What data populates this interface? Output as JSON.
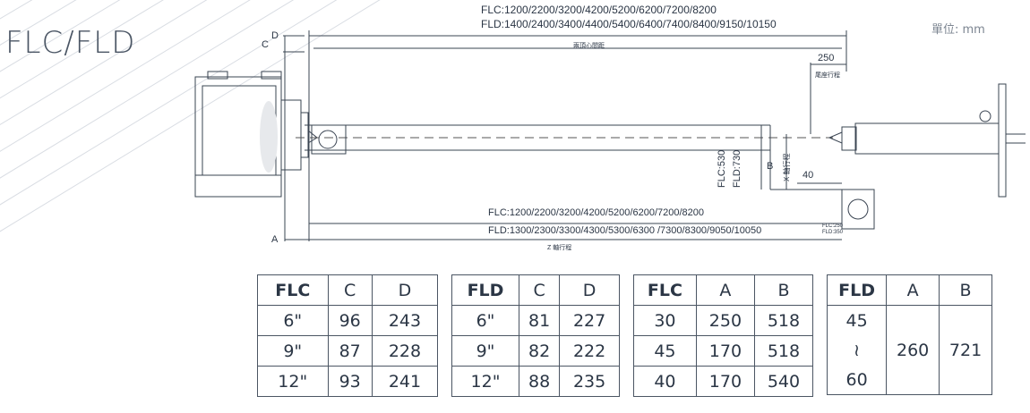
{
  "title": "FLC/FLD",
  "unit_label": "單位: mm",
  "dims": {
    "flc_top": "FLC:1200/2200/3200/4200/5200/6200/7200/8200",
    "fld_top": "FLD:1400/2400/3400/4400/5400/6400/7400/8400/9150/10150",
    "center_dist": "兩頂心間距",
    "tail_val": "250",
    "tail_label": "尾座行程",
    "flc_vert": "FLC:530",
    "fld_vert": "FLD:730",
    "b_label": "B",
    "x_label": "X 軸行程",
    "val_40": "40",
    "flc_bot": "FLC:1200/2200/3200/4200/5200/6200/7200/8200",
    "fld_bot": "FLD:1300/2300/3300/4300/5300/6300 /7300/8300/9050/10050",
    "z_label": "Z 軸行程",
    "flc_small": "FLC:250",
    "fld_small": "FLD:350",
    "d_label": "D",
    "c_label": "C",
    "a_label": "A"
  },
  "tables": [
    {
      "headers": [
        "FLC",
        "C",
        "D"
      ],
      "rows": [
        [
          "6\"",
          "96",
          "243"
        ],
        [
          "9\"",
          "87",
          "228"
        ],
        [
          "12\"",
          "93",
          "241"
        ]
      ]
    },
    {
      "headers": [
        "FLD",
        "C",
        "D"
      ],
      "rows": [
        [
          "6\"",
          "81",
          "227"
        ],
        [
          "9\"",
          "82",
          "222"
        ],
        [
          "12\"",
          "88",
          "235"
        ]
      ]
    },
    {
      "headers": [
        "FLC",
        "A",
        "B"
      ],
      "rows": [
        [
          "30",
          "250",
          "518"
        ],
        [
          "45",
          "170",
          "518"
        ],
        [
          "40",
          "170",
          "540"
        ]
      ]
    },
    {
      "headers": [
        "FLD",
        "A",
        "B"
      ],
      "range": [
        "45",
        "≀",
        "60"
      ],
      "a": "260",
      "b": "721"
    }
  ]
}
